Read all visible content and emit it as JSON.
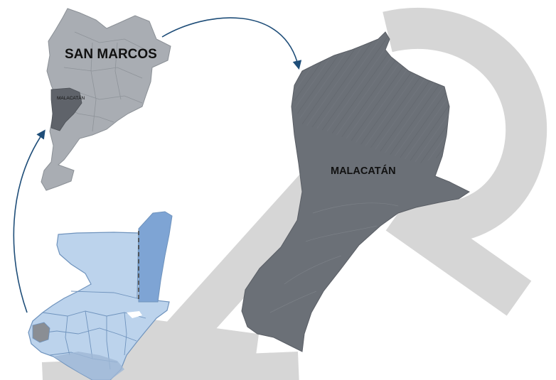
{
  "map": {
    "labels": {
      "department": "SAN MARCOS",
      "municipality_small": "MALACATÁN",
      "municipality_large": "MALACATÁN"
    },
    "colors": {
      "country_fill": "#bcd3ec",
      "country_stroke": "#6f93bd",
      "belize_fill": "#7ea4d4",
      "highlight_fill": "#8a8e94",
      "department_fill": "#a9adb3",
      "department_stroke": "#8b9096",
      "municipality_dark": "#5f636a",
      "municipality_fill": "#6b7077",
      "arrow": "#1f4e79",
      "watermark": "#d6d6d6"
    }
  }
}
